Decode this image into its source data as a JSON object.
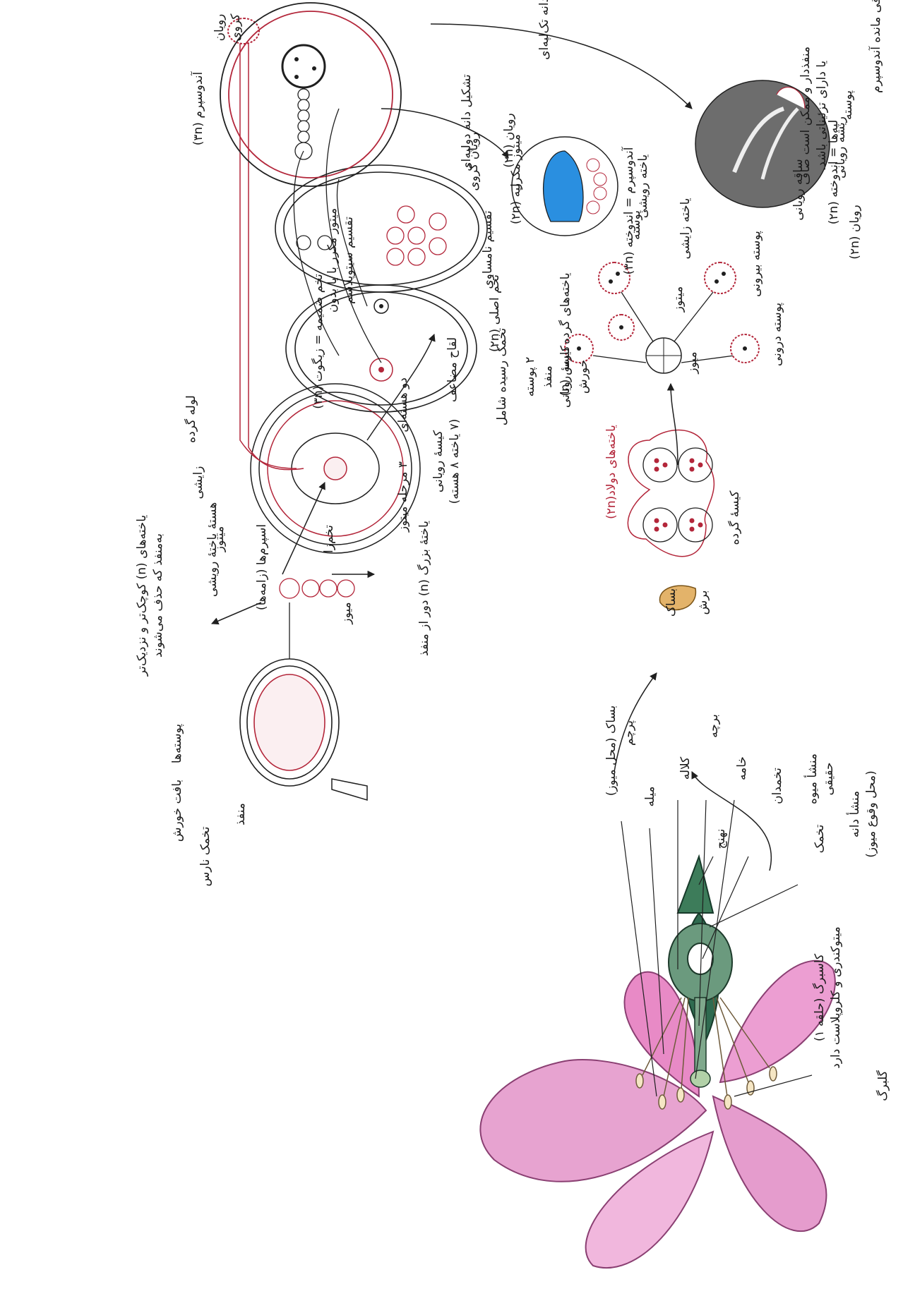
{
  "colors": {
    "ink": "#1f1f1f",
    "red": "#b3263a",
    "petal": "#e59ccd",
    "petal_dark": "#c45aa8",
    "sepal": "#2f6b50",
    "blue": "#2a8fe0"
  },
  "flower": {
    "petal": "گلبرگ",
    "sepal": "کاسبرگ (حلقه ۱)\nمیتوکندری و کلروپلاست دارد",
    "ovule": "تخمک",
    "seed_origin": "منشأ دانه\n(محل وقوع میوز)",
    "receptacle": "نهنج",
    "ovary": "تخمدان",
    "fruit_origin": "منشأ میوه\nحقیقی",
    "style": "خامه",
    "stigma": "کلاله",
    "carpel": "برچه",
    "filament": "میله",
    "anther": "بساک (محل میوز)",
    "stamen": "پرچم"
  },
  "pollen": {
    "anther_label": "بساک",
    "cut_label": "برش",
    "sac": "کیسهٔ گرده",
    "diploid_cells": "یاخته‌های دولاد(۲n)",
    "meiosis": "میوز",
    "mitosis": "میتوز",
    "tetrad": "یاخته‌های گرده نارس (n)",
    "outer_wall": "پوسته بیرونی",
    "inner_wall": "پوسته درونی",
    "gen_cell": "یاخته زایشی",
    "veg_cell": "یاخته رویشی",
    "note": "منفذدار و ممکن است صاف\nیا دارای تزئیناتی باشد."
  },
  "ovule": {
    "label": "تخمک نارس",
    "walls": "پوسته‌ها",
    "nucellus": "بافت خورش",
    "micropyle": "منفذ",
    "mega_cell": "یاختهٔ بزرگ (n) دور از منفذ",
    "meiosis": "میوز",
    "degenerate": "یاخته‌های (n) کوچک‌تر و نزدیک‌تر\nبه‌منفذ که حذف می‌شوند",
    "mitosis_3": "۳ مرحله میتوز",
    "embryo_sac": "کیسهٔ رویانی\n(۷ یاخته ۸ هسته)",
    "mature_ovule": "تخمک رسیده شامل",
    "parts": [
      "۲ پوسته",
      "منفذ",
      "کیسهٔ رویانی",
      "خورش"
    ],
    "egg": "تخم‌زا",
    "polar": "دو هسته‌ای",
    "sperm": "اسپرم‌ها (زامه‌ها)",
    "veg_nucleus": "هستهٔ یاختهٔ رویشی",
    "pollen_tube": "لوله گرده",
    "generative": "زایشی",
    "mitosis": "میتوز"
  },
  "fertilization": {
    "double": "لقاح مضاعف",
    "endosperm_zygote": "تخم ضمیمه = زیگوت (۳n)",
    "main_zygote": "تخم اصلی (۲n)",
    "no_cyto": "میتوز مکرر با یا بدون\nتقسیم سیتوپلاسم",
    "unequal": "تقسیم نامساوی",
    "embryo_globular": "رویان کروی",
    "mitosis_repeat": "میتوز مکرر",
    "endosperm": "آندوسپرم (۳n)",
    "embryo": "رویان\nکروی"
  },
  "dicot_seed": {
    "arrow": "تشکیل دانه دولپه‌ای",
    "shell": "پوسته",
    "endosperm": "آندوسپرم = اندوخته (۳n)",
    "cotyledon": "لپه (۲n)",
    "embryo": "رویان (۲n)"
  },
  "monocot_seed": {
    "arrow": "تشکیل دانه تک‌لپه‌ای",
    "cotyledons": "لپه‌ها = اندوخته (۲n)",
    "stem": "ساقه رویانی",
    "root": "ریشه رویانی",
    "embryo": "رویان (۲n)",
    "shell": "پوسته",
    "rest": "باقی مانده آندوسپرم"
  }
}
